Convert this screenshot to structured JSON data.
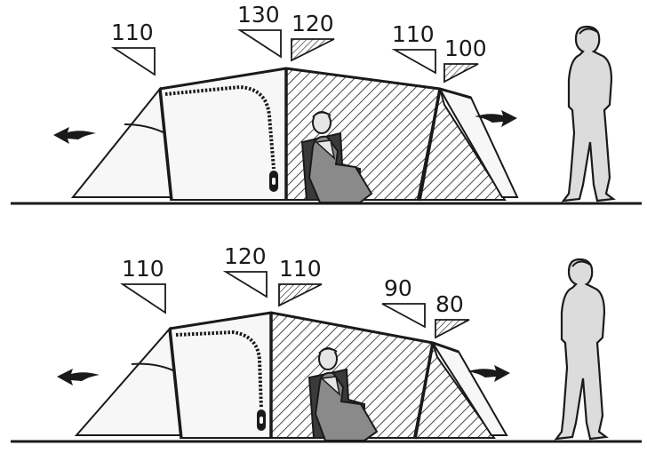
{
  "diagrams": [
    {
      "id": "top",
      "labels": [
        "110",
        "130",
        "120",
        "110",
        "100"
      ]
    },
    {
      "id": "bottom",
      "labels": [
        "110",
        "120",
        "110",
        "90",
        "80"
      ]
    }
  ],
  "colors": {
    "ink": "#1a1a1a",
    "fill_light": "#f5f5f5",
    "figure": "#d9d9d9",
    "hatch_bg": "#ffffff"
  },
  "icons": [
    "arrow-left-icon",
    "arrow-right-icon",
    "person-standing-icon",
    "person-seated-icon",
    "zipper-icon"
  ]
}
